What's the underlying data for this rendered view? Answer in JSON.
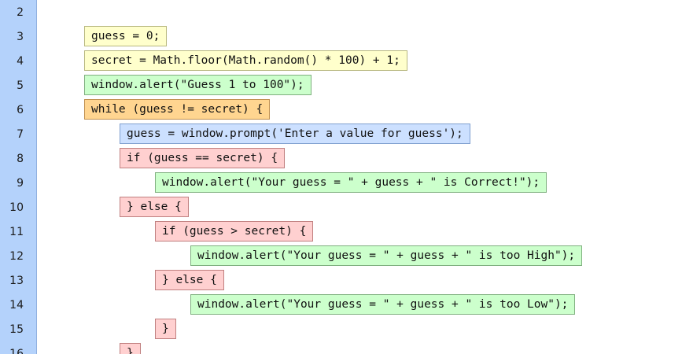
{
  "gutter": {
    "line_numbers": [
      "2",
      "3",
      "4",
      "5",
      "6",
      "7",
      "8",
      "9",
      "10",
      "11",
      "12",
      "13",
      "14",
      "15",
      "16"
    ]
  },
  "code": {
    "lines": [
      "guess = 0;",
      "secret = Math.floor(Math.random() * 100) + 1;",
      "window.alert(\"Guess 1 to 100\");",
      "while (guess != secret) {",
      "guess = window.prompt('Enter a value for guess');",
      "if (guess == secret) {",
      "window.alert(\"Your guess = \" + guess + \" is Correct!\");",
      "} else {",
      "if (guess > secret) {",
      "window.alert(\"Your guess = \" + guess + \" is too High\");",
      "} else {",
      "window.alert(\"Your guess = \" + guess + \" is too Low\");",
      "}",
      "}"
    ]
  },
  "colors": {
    "gutter": "#b4d2fb",
    "variable_block": "#ffffcc",
    "output_block": "#ccffcc",
    "loop_block": "#ffd590",
    "input_block": "#cce0ff",
    "conditional_block": "#ffd0d0"
  }
}
